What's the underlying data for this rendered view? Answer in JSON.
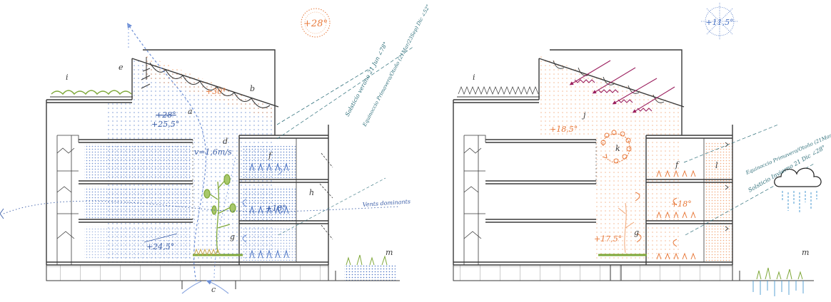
{
  "colors": {
    "line": "#3a3a3a",
    "blue": "#4a73c4",
    "blue_text": "#3b5ea8",
    "orange": "#e8793a",
    "orange_light": "#f2a878",
    "teal": "#2e6f7a",
    "magenta": "#9b1f5e",
    "green": "#7fa83a"
  },
  "summer": {
    "sun_temp": "+28°",
    "labels": {
      "a": "a",
      "b": "b",
      "c": "c",
      "d": "d",
      "e": "e",
      "f": "f",
      "g": "g",
      "h": "h",
      "i": "i",
      "m": "m"
    },
    "temps": {
      "roof": "+30°",
      "struck": "+28°",
      "upper": "+25,5°",
      "mid_right": "+18°",
      "bottom": "+24,5°"
    },
    "velocity": "v=1,6m/s",
    "solstice": "Solsticio verano 21 Jun ∠78°",
    "equinox": "Equinoccio Primavera/Otoño (21Mar/23Sep) Dic ∠52°",
    "winds": "Vents dominants"
  },
  "winter": {
    "sun_temp": "+11,5°",
    "labels": {
      "f": "f",
      "g": "g",
      "i": "i",
      "j": "j",
      "k": "k",
      "l": "l",
      "m": "m"
    },
    "temps": {
      "upper": "+18,5°",
      "mid_right": "+18°",
      "bottom": "+17,5°"
    },
    "equinox": "Equinoccio Primavera/Otoño (21Mar/23Sep) Dic ∠52°",
    "solstice": "Solsticio Invierno 21 Dic ∠28°"
  }
}
